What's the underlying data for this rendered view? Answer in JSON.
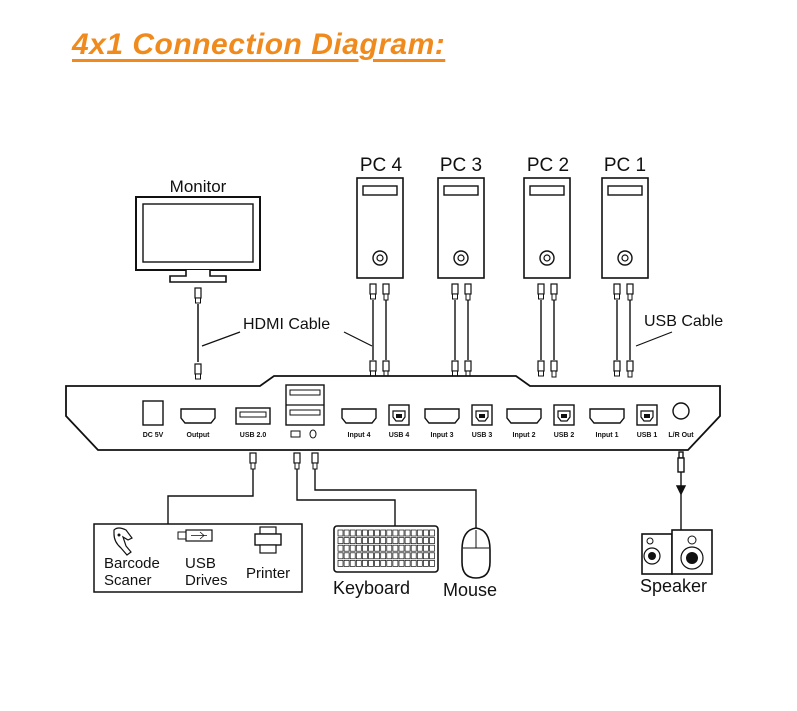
{
  "title": "4x1 Connection Diagram:",
  "devices": {
    "monitor": "Monitor",
    "pc4": "PC 4",
    "pc3": "PC 3",
    "pc2": "PC 2",
    "pc1": "PC 1",
    "keyboard": "Keyboard",
    "mouse": "Mouse",
    "speaker": "Speaker",
    "barcode_line1": "Barcode",
    "barcode_line2": "Scaner",
    "usb_drives_line1": "USB",
    "usb_drives_line2": "Drives",
    "printer": "Printer"
  },
  "cables": {
    "hdmi": "HDMI Cable",
    "usb": "USB Cable"
  },
  "ports": {
    "dc": "DC 5V",
    "output": "Output",
    "usb20": "USB 2.0",
    "input4": "Input 4",
    "usb4": "USB 4",
    "input3": "Input 3",
    "usb3": "USB 3",
    "input2": "Input 2",
    "usb2": "USB 2",
    "input1": "Input 1",
    "usb1": "USB 1",
    "lr_out": "L/R Out"
  },
  "colors": {
    "title": "#f08a1c",
    "line": "#111111"
  }
}
